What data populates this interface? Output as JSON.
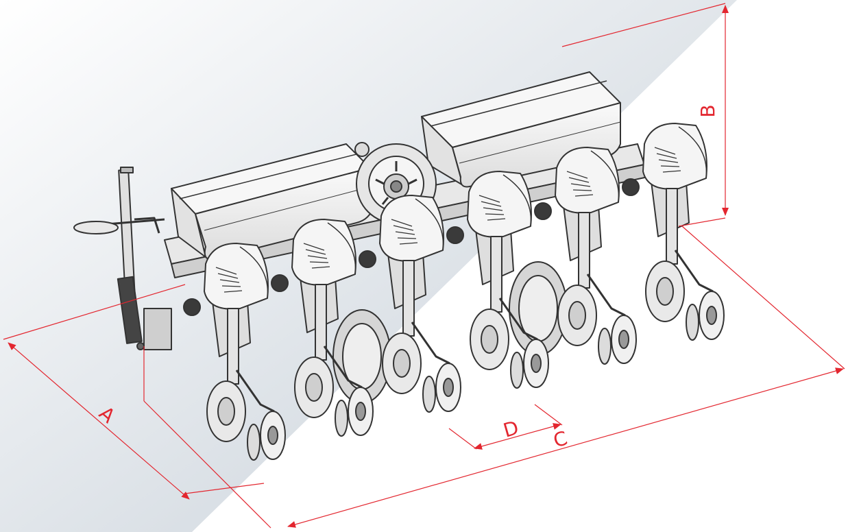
{
  "colors": {
    "dimension": "#e3262f",
    "outline": "#333333",
    "shade_dark": "#b9c4cf",
    "shade_light": "#ffffff",
    "body_fill": "#f2f2f2",
    "tire_fill": "#d6d6d6"
  },
  "dimensions": {
    "a": {
      "label": "A"
    },
    "b": {
      "label": "B"
    },
    "c": {
      "label": "C"
    },
    "d": {
      "label": "D"
    }
  },
  "machine": {
    "row_units": 6,
    "hoppers": 2
  }
}
